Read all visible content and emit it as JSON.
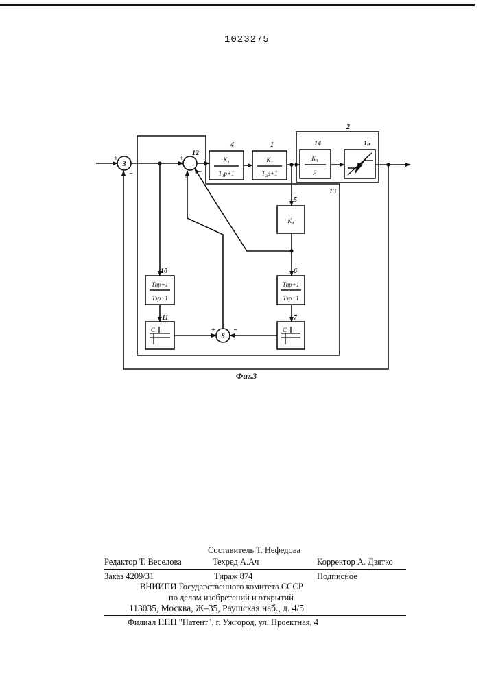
{
  "document": {
    "patent_number": "1023275",
    "figure_caption": "Фиг.3"
  },
  "diagram": {
    "blocks": [
      {
        "id": "4",
        "label": "4",
        "num": "K₁",
        "den": "T₁p+1"
      },
      {
        "id": "1",
        "label": "1",
        "num": "K₂",
        "den": "T₂p+1"
      },
      {
        "id": "14",
        "label": "14",
        "num": "K₃",
        "den": "p"
      },
      {
        "id": "15",
        "label": "15"
      },
      {
        "id": "5",
        "label": "5",
        "text": "K₄"
      },
      {
        "id": "6",
        "label": "6",
        "num": "Tпp+1",
        "den": "Tзp+1"
      },
      {
        "id": "10",
        "label": "10",
        "num": "Tпp+1",
        "den": "Tзp+1"
      },
      {
        "id": "7",
        "label": "7",
        "cap": "C"
      },
      {
        "id": "11",
        "label": "11",
        "cap": "C"
      }
    ],
    "summers": [
      {
        "id": "3",
        "label": "3"
      },
      {
        "id": "8",
        "label": "8"
      },
      {
        "id": "12",
        "label": "12"
      }
    ],
    "group_labels": {
      "g2": "2",
      "g13": "13"
    },
    "signs": {
      "plus": "+",
      "minus": "−"
    }
  },
  "imprint": {
    "compiler": "Составитель Т. Нефедова",
    "editor": "Редактор Т. Веселова",
    "techred": "Техред А.Ач",
    "corrector": "Корректор А. Дзятко",
    "order": "Заказ 4209/31",
    "circulation": "Тираж 874",
    "subscription": "Подписное",
    "org_line1": "ВНИИПИ Государственного комитета СССР",
    "org_line2": "по делам изобретений и открытий",
    "address": "113035, Москва, Ж–35, Раушская наб., д. 4/5",
    "branch": "Филиал ППП \"Патент\", г. Ужгород, ул. Проектная, 4"
  }
}
